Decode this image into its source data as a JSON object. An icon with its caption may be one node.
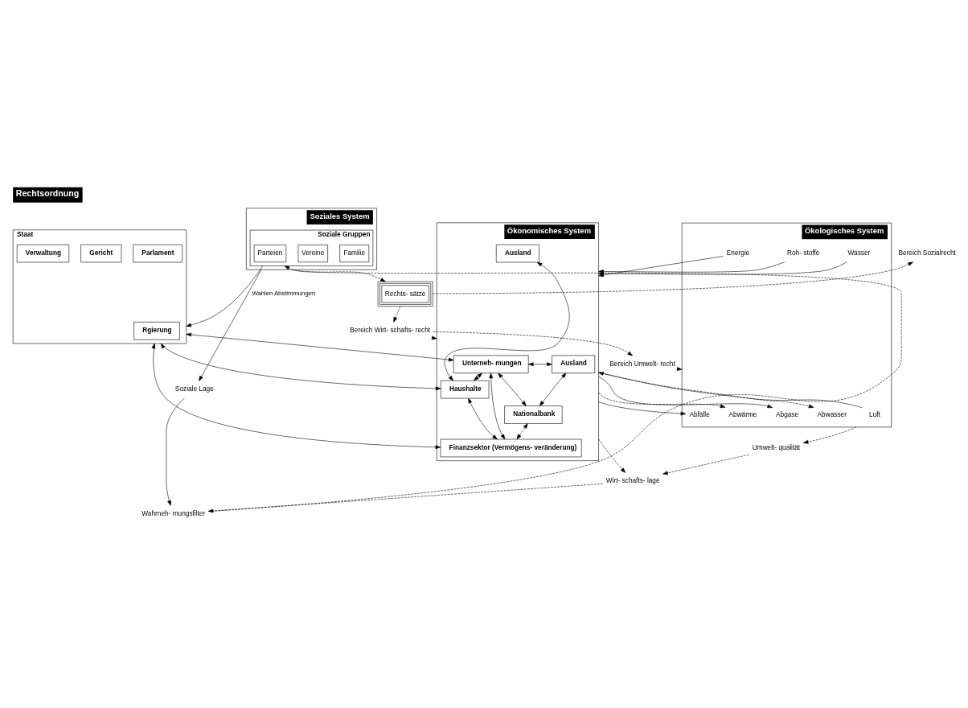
{
  "diagram": {
    "title": "Rechtsordnung",
    "nodes": [
      {
        "text": [
          "Soziales System"
        ]
      },
      {
        "text": [
          "Staat"
        ]
      },
      {
        "text": [
          "Parlament"
        ],
        "in": 1
      },
      {
        "text": [
          "Gericht"
        ],
        "in": 1
      },
      {
        "text": [
          "Rgierung"
        ],
        "in": 1
      },
      {
        "text": [
          "Verwaltung"
        ],
        "in": 1
      },
      {
        "text": [
          "Soziale Gruppen"
        ],
        "in": 0
      },
      {
        "text": [
          "Familie"
        ],
        "in": 6
      },
      {
        "text": [
          "Vereine"
        ],
        "in": 6
      },
      {
        "text": [
          "Parteien"
        ],
        "in": 6
      },
      {
        "text": [
          "Ökonomisches System"
        ]
      },
      {
        "text": [
          "Ausland"
        ],
        "in": 10
      },
      {
        "text": [
          "Unterneh- mungen"
        ],
        "in": 10
      },
      {
        "text": [
          "Haushalte"
        ],
        "in": 10
      },
      {
        "text": [
          "Ausland"
        ],
        "in": 10
      },
      {
        "text": [
          "Nationalbank"
        ],
        "in": 10
      },
      {
        "text": [
          "Finanzsektor (Vermögens- veränderung)"
        ],
        "in": 10
      },
      {
        "text": [
          "Ökologisches System"
        ]
      },
      {
        "text": [
          "Luft"
        ],
        "in": 17
      },
      {
        "text": [
          "Abgase"
        ],
        "in": 17
      },
      {
        "text": [
          "Wasser"
        ],
        "in": 17
      },
      {
        "text": [
          "Abwasser"
        ],
        "in": 17
      },
      {
        "text": [
          "Roh- stoffe"
        ],
        "in": 17
      },
      {
        "text": [
          "Abfälle"
        ],
        "in": 17
      },
      {
        "text": [
          "Energie"
        ],
        "in": 17
      },
      {
        "text": [
          "Abwärme"
        ],
        "in": 17
      },
      {
        "text": [
          "Bereich Sozialrecht"
        ]
      },
      {
        "text": [
          "Rechts- sätze"
        ]
      },
      {
        "text": [
          "Bereich Wirt- schafts- recht"
        ]
      },
      {
        "text": [
          "Bereich Umwelt- recht"
        ]
      },
      {
        "text": [
          "Soziale Lage"
        ]
      },
      {
        "text": [
          "Wahrneh- mungsfilter"
        ]
      },
      {
        "text": [
          "Wirt- schafts- lage"
        ]
      },
      {
        "text": [
          "Umwelt- qualität"
        ]
      }
    ],
    "edges": [
      {
        "from": 0,
        "to": 27,
        "arrow": "to",
        "style": "dashed"
      },
      {
        "from": 27,
        "to": 26,
        "arrow": "to",
        "style": "dashed"
      },
      {
        "from": 27,
        "to": 28,
        "arrow": "to",
        "style": "dashed"
      },
      {
        "from": 28,
        "to": 29,
        "arrow": "to",
        "style": "dashed"
      },
      {
        "from": 28,
        "to": 10,
        "arrow": "to",
        "style": "dashed"
      },
      {
        "from": 29,
        "to": 17,
        "arrow": "to",
        "style": "dashed"
      },
      {
        "from": 6,
        "to": 1,
        "arrow": "to",
        "label": "Wahlen Abstimmungen"
      },
      {
        "from": 0,
        "to": 30,
        "arrow": "to"
      },
      {
        "from": 30,
        "to": 31,
        "arrow": "to"
      },
      {
        "from": 31,
        "to": 6,
        "arrow": "to",
        "style": "dashed"
      },
      {
        "from": 32,
        "to": 31,
        "arrow": "to",
        "style": "dashed"
      },
      {
        "from": 10,
        "to": 32,
        "arrow": "to",
        "style": "dashed"
      },
      {
        "from": 33,
        "to": 32,
        "arrow": "to",
        "style": "dashed"
      },
      {
        "from": 17,
        "to": 33,
        "arrow": "to",
        "style": "dashed"
      },
      {
        "from": 1,
        "to": 12,
        "arrow": "both"
      },
      {
        "from": 1,
        "to": 13,
        "arrow": "both"
      },
      {
        "from": 1,
        "to": 16,
        "arrow": "both"
      },
      {
        "from": 11,
        "to": 12,
        "arrow": "both"
      },
      {
        "from": 12,
        "to": 13,
        "arrow": "both"
      },
      {
        "from": 13,
        "to": 14,
        "arrow": "both"
      },
      {
        "from": 11,
        "to": 15,
        "arrow": "both"
      },
      {
        "from": 12,
        "to": 15,
        "arrow": "both"
      },
      {
        "from": 12,
        "to": 16,
        "arrow": "both"
      },
      {
        "from": 13,
        "to": 16,
        "arrow": "both"
      },
      {
        "from": 15,
        "to": 16,
        "arrow": "both",
        "style": "dashed"
      },
      {
        "from": 18,
        "to": 10,
        "arrow": "to"
      },
      {
        "from": 10,
        "to": 19,
        "arrow": "to"
      },
      {
        "from": 20,
        "to": 10,
        "arrow": "to"
      },
      {
        "from": 10,
        "to": 21,
        "arrow": "to",
        "style": "dashed"
      },
      {
        "from": 22,
        "to": 10,
        "arrow": "to"
      },
      {
        "from": 10,
        "to": 23,
        "arrow": "to"
      },
      {
        "from": 24,
        "to": 10,
        "arrow": "to"
      },
      {
        "from": 10,
        "to": 25,
        "arrow": "to",
        "style": "dashed"
      }
    ]
  }
}
